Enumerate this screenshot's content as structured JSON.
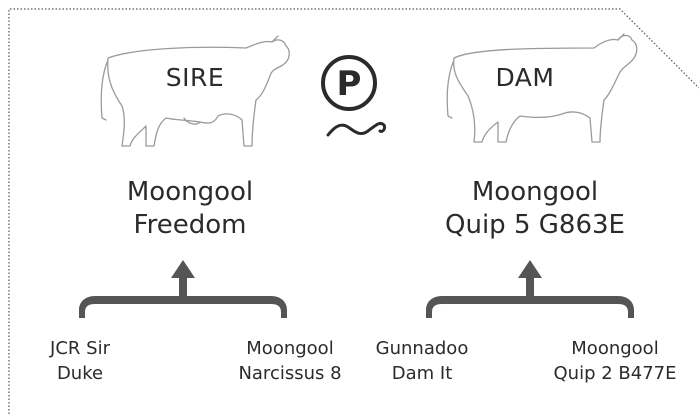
{
  "sire": {
    "label": "SIRE",
    "name_line1": "Moongool",
    "name_line2": "Freedom",
    "parents": [
      {
        "line1": "JCR Sir",
        "line2": "Duke"
      },
      {
        "line1": "Moongool",
        "line2": "Narcissus 8"
      }
    ]
  },
  "dam": {
    "label": "DAM",
    "name_line1": "Moongool",
    "name_line2": "Quip 5 G863E",
    "parents": [
      {
        "line1": "Gunnadoo",
        "line2": "Dam It"
      },
      {
        "line1": "Moongool",
        "line2": "Quip 2 B477E"
      }
    ]
  },
  "poll_symbol": {
    "letter": "P",
    "icon": "polled-symbol-icon"
  },
  "colors": {
    "text": "#2b2b2b",
    "brace": "#555555",
    "outline": "#9a9a9a",
    "border": "#555555"
  }
}
